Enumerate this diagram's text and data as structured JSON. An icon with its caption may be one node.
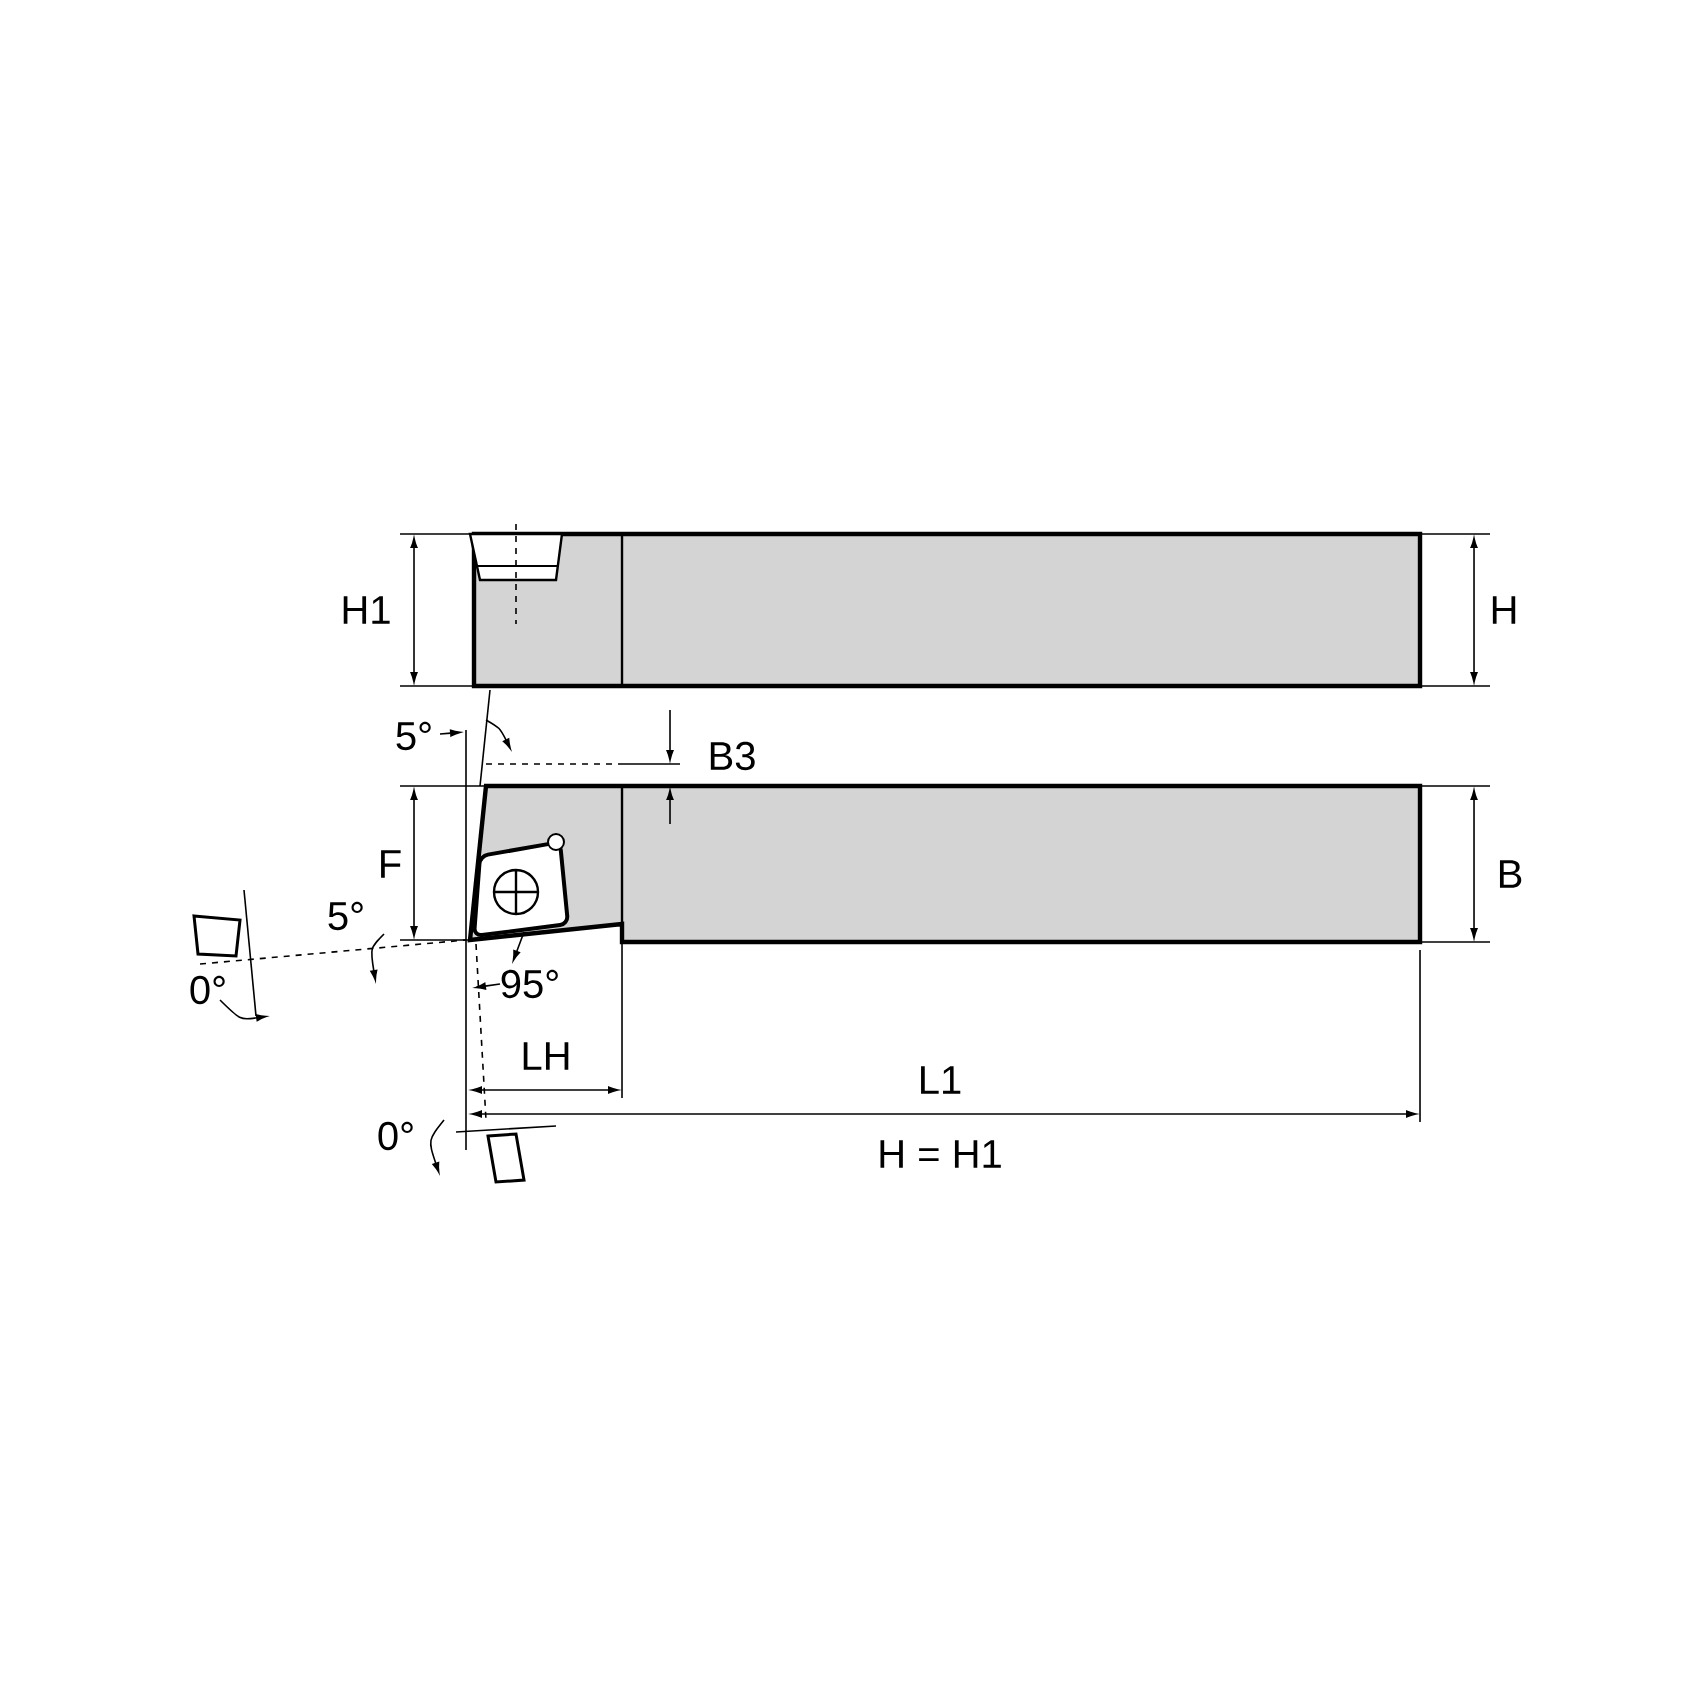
{
  "diagram": {
    "labels": [
      "H1",
      "H",
      "5°",
      "B3",
      "F",
      "B",
      "5°",
      "0°",
      "95°",
      "LH",
      "L1",
      "0°",
      "H = H1"
    ]
  }
}
